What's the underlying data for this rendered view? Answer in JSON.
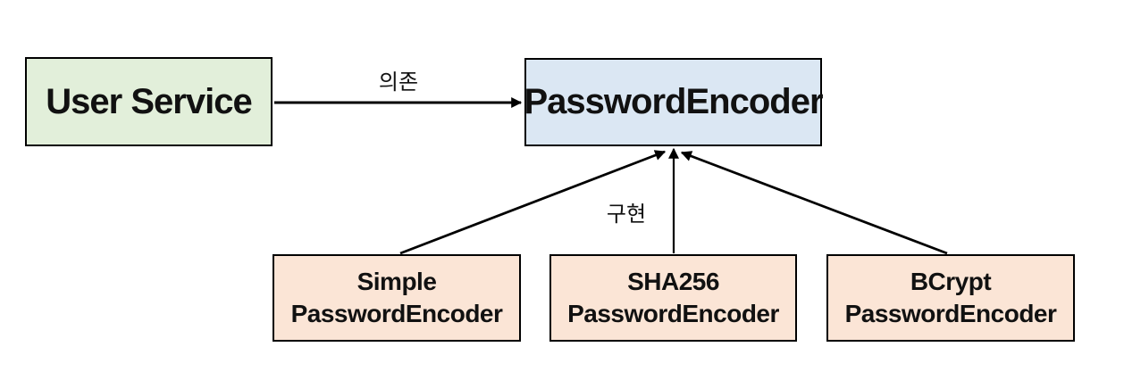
{
  "nodes": {
    "user_service": {
      "label": "User Service"
    },
    "password_encoder": {
      "label": "PasswordEncoder"
    },
    "simple_encoder": {
      "line1": "Simple",
      "line2": "PasswordEncoder"
    },
    "sha256_encoder": {
      "line1": "SHA256",
      "line2": "PasswordEncoder"
    },
    "bcrypt_encoder": {
      "line1": "BCrypt",
      "line2": "PasswordEncoder"
    }
  },
  "edges": {
    "depends": {
      "label": "의존"
    },
    "implements": {
      "label": "구현"
    }
  },
  "colors": {
    "user_service_fill": "#e2efda",
    "password_encoder_fill": "#dbe7f3",
    "implementation_fill": "#fbe5d6",
    "border": "#000000",
    "arrow": "#000000",
    "background": "#ffffff"
  }
}
